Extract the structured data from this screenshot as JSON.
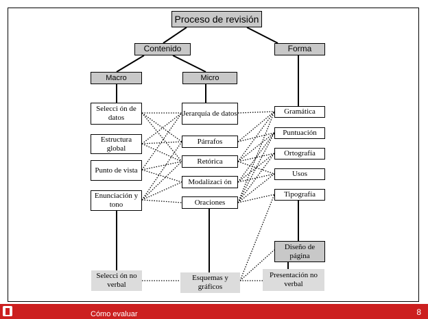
{
  "diagram": {
    "root": "Proceso de revisión",
    "level1": {
      "content": "Contenido",
      "form": "Forma"
    },
    "level2": {
      "macro": "Macro",
      "micro": "Micro"
    },
    "macro_items": [
      "Selecci ón de datos",
      "Estructura global",
      "Punto de vista",
      "Enunciación y tono"
    ],
    "micro_items": [
      "Jerarquía de datos",
      "Párrafos",
      "Retórica",
      "Modalizaci ón",
      "Oraciones"
    ],
    "form_items": [
      "Gramática",
      "Puntuación",
      "Ortografía",
      "Usos",
      "Tipografía"
    ],
    "page_design": "Diseño de página",
    "bottom": {
      "left": "Selecci ón no verbal",
      "center": "Esquemas y gráficos",
      "right": "Presentación no verbal"
    }
  },
  "footer": {
    "title": "Cómo evaluar",
    "page": "8"
  },
  "colors": {
    "header_fill": "#c8c8c8",
    "footer_bar": "#cc2020",
    "light_fill": "#dcdcdc"
  }
}
